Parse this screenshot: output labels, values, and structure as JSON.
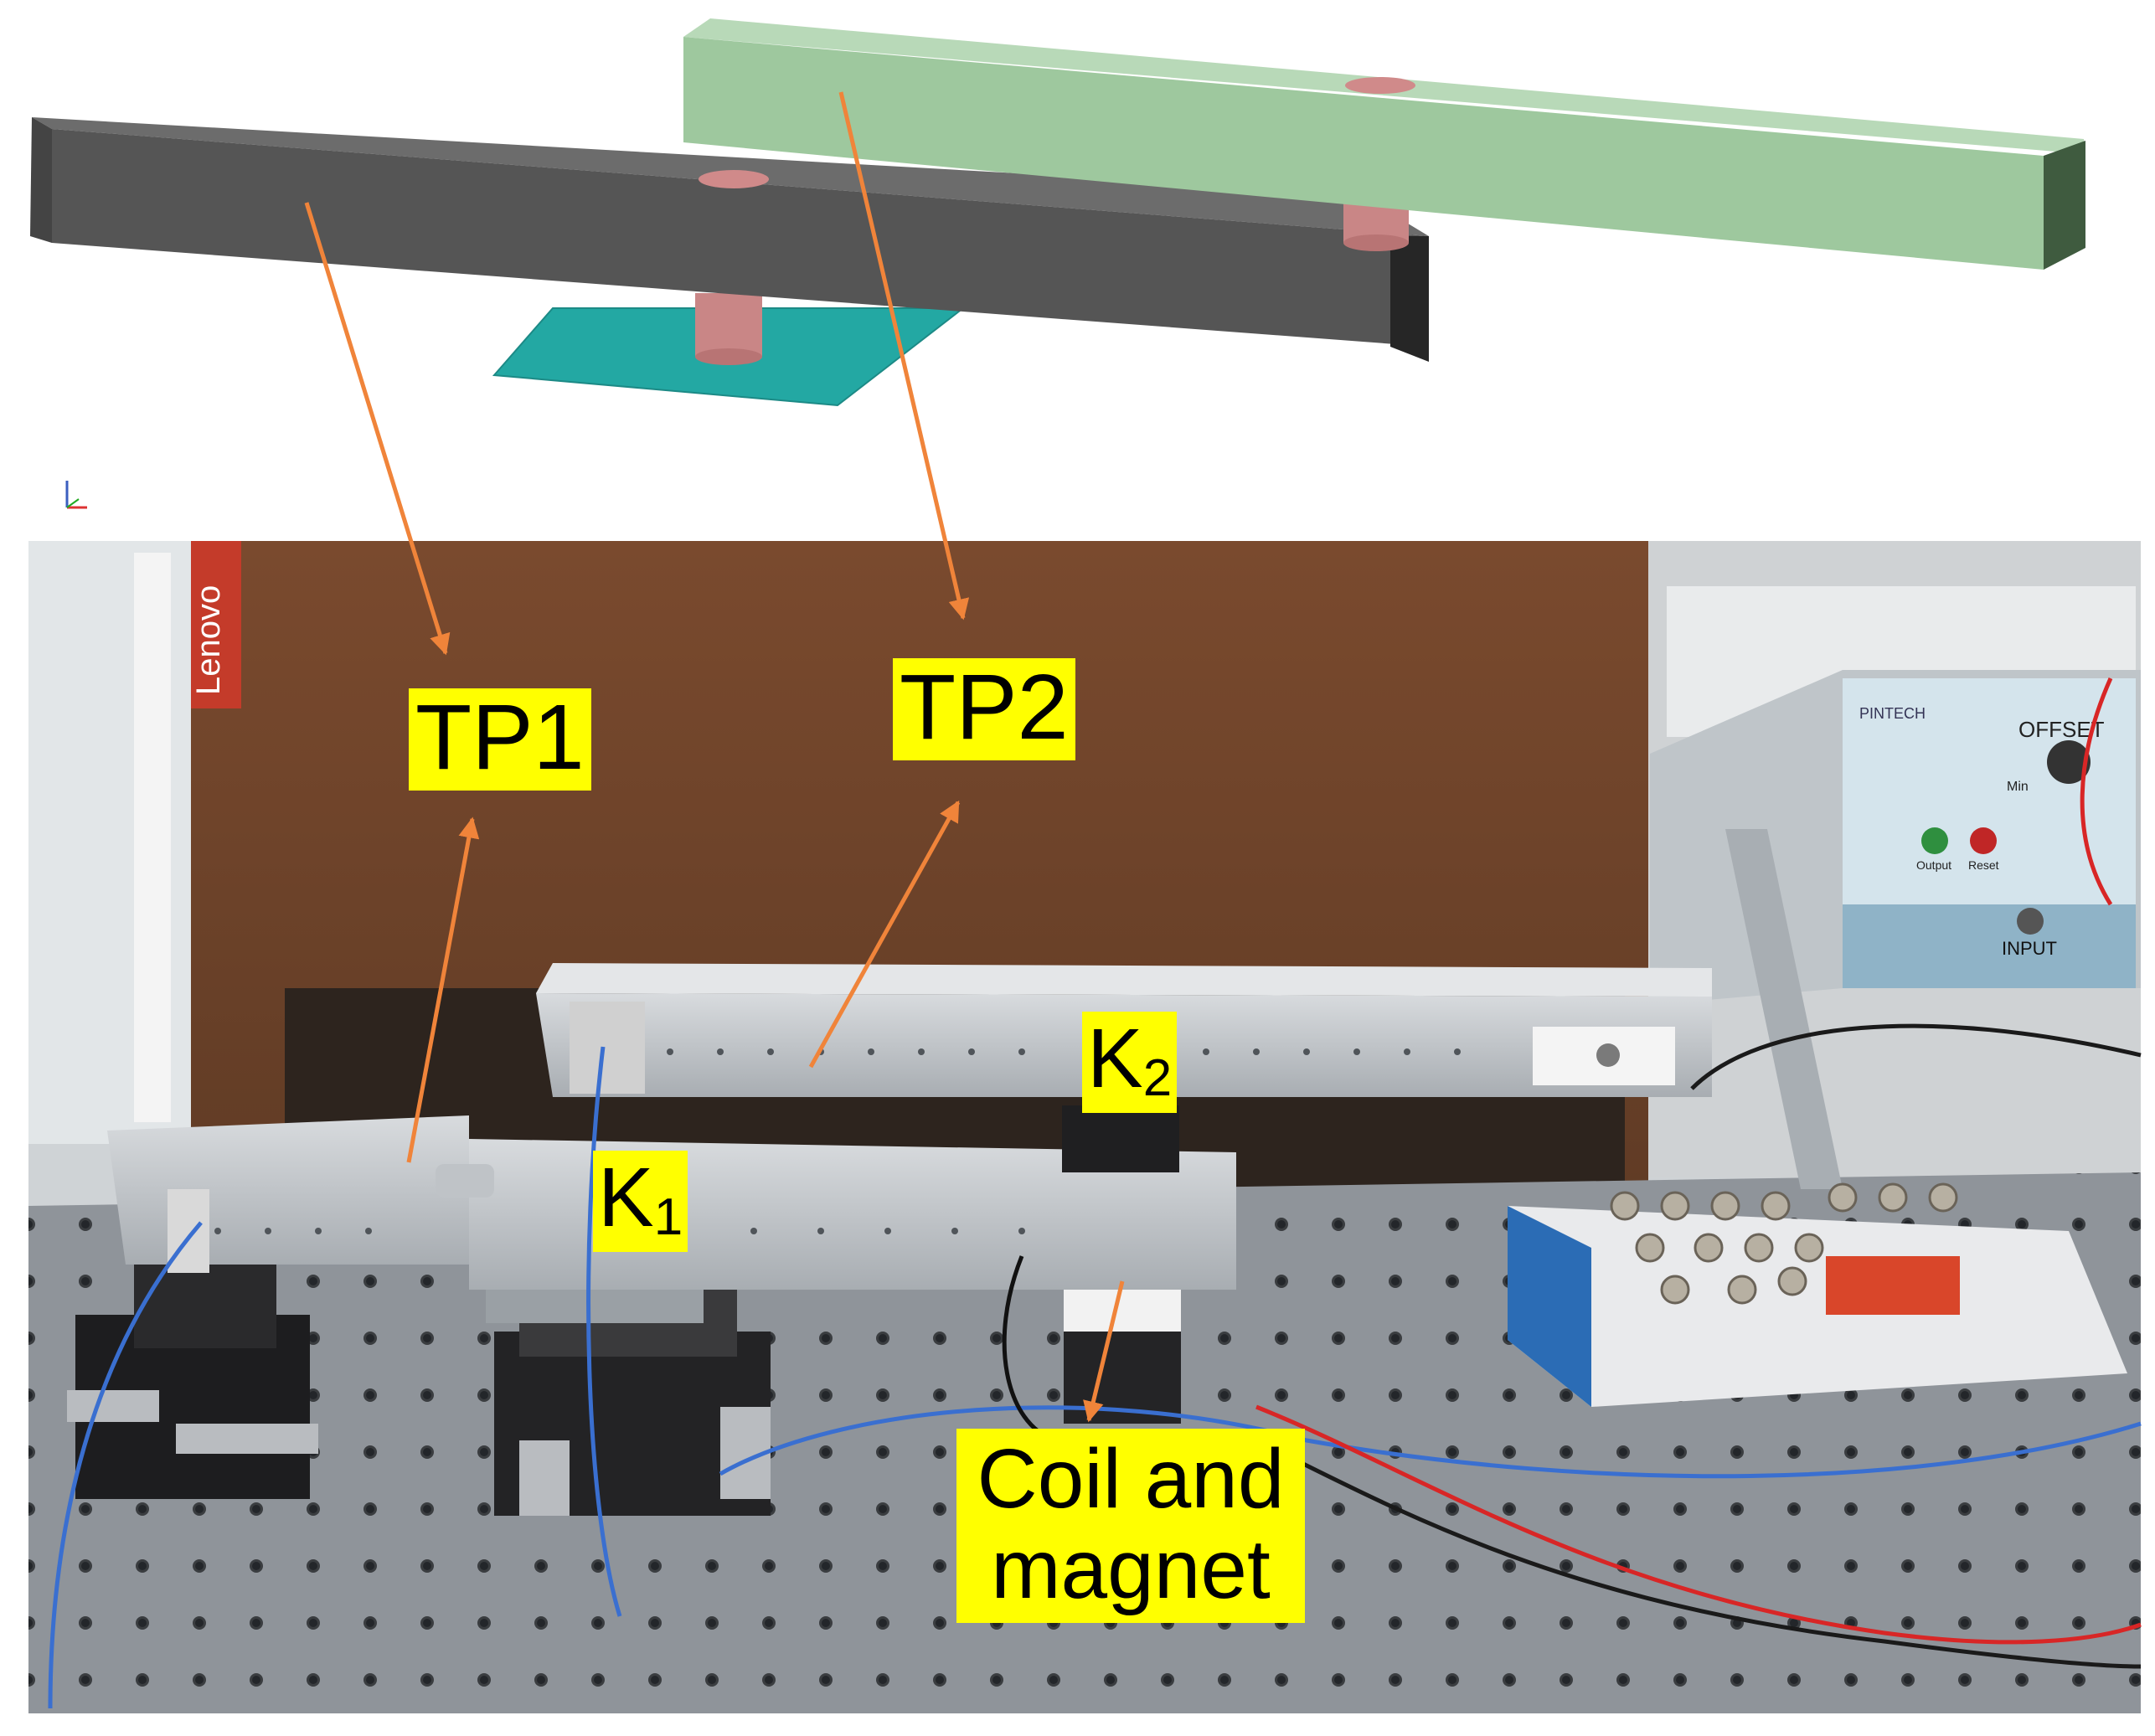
{
  "labels": {
    "tp1": "TP1",
    "tp2": "TP2",
    "k1_letter": "K",
    "k1_sub": "1",
    "k2_letter": "K",
    "k2_sub": "2",
    "coil_line1": "Coil and",
    "coil_line2": "magnet"
  },
  "photo_text": {
    "box_brand": "Lenovo",
    "instrument_brand": "PINTECH",
    "offset": "OFFSET",
    "min": "Min",
    "output": "Output",
    "reset": "Reset",
    "input": "INPUT"
  },
  "colors": {
    "label_bg": "#ffff00",
    "arrow": "#f0843a",
    "beam_dark": "#585858",
    "beam_green": "#9ec89e",
    "post": "#c98686",
    "plate": "#23a8a3"
  },
  "icons": [
    "axis-triad-icon"
  ]
}
